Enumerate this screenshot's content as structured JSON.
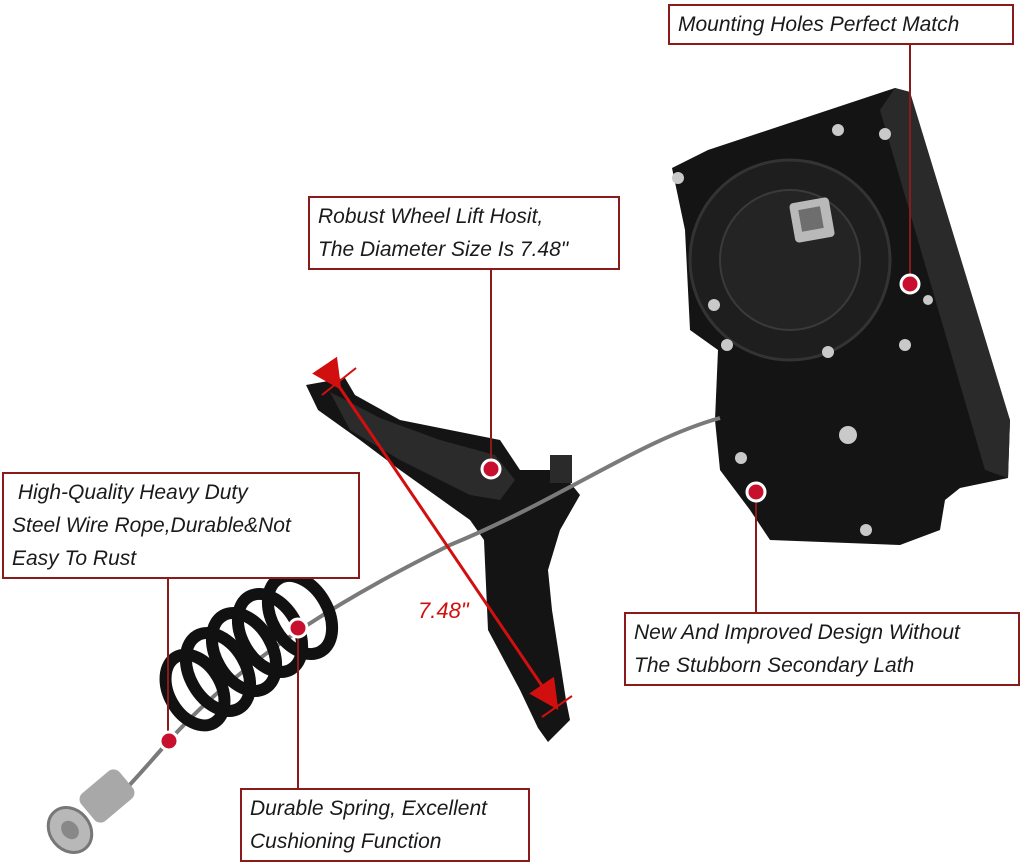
{
  "callouts": {
    "mounting": [
      "Mounting Holes Perfect Match"
    ],
    "wheel_lift": [
      "Robust Wheel Lift Hosit,",
      "The Diameter Size Is 7.48\""
    ],
    "wire_rope": [
      " High-Quality Heavy Duty",
      "Steel Wire Rope,Durable&Not",
      "Easy To Rust"
    ],
    "design": [
      "New And Improved Design Without",
      "The Stubborn Secondary Lath"
    ],
    "spring": [
      "Durable Spring, Excellent",
      "Cushioning Function"
    ]
  },
  "dimension": {
    "label": "7.48\""
  },
  "colors": {
    "callout_border": "#8b1a1a",
    "leader_line": "#8b1a1a",
    "marker_dot": "#c8102e",
    "dimension_arrow": "#d10f0f",
    "part_body": "#141414",
    "cable": "#7a7a7a"
  }
}
